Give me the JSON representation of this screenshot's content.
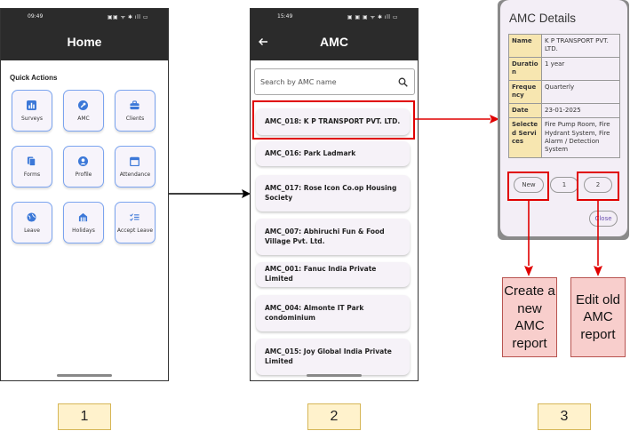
{
  "screen1": {
    "status_time": "09:49",
    "status_icons": "▣▣ ᯤ ✱ ıll ▭",
    "title": "Home",
    "quick_actions_label": "Quick Actions",
    "tiles": [
      {
        "label": "Surveys",
        "icon": "bar-chart-icon"
      },
      {
        "label": "AMC",
        "icon": "wrench-icon"
      },
      {
        "label": "Clients",
        "icon": "briefcase-icon"
      },
      {
        "label": "Forms",
        "icon": "document-icon"
      },
      {
        "label": "Profile",
        "icon": "person-icon"
      },
      {
        "label": "Attendance",
        "icon": "calendar-icon"
      },
      {
        "label": "Leave",
        "icon": "globe-icon"
      },
      {
        "label": "Holidays",
        "icon": "building-icon"
      },
      {
        "label": "Accept Leave",
        "icon": "checklist-icon"
      }
    ]
  },
  "screen2": {
    "status_time": "15:49",
    "status_icons": "▣ ▣ ▣ ᯤ ✱ ıll ▭",
    "title": "AMC",
    "search_placeholder": "Search by AMC name",
    "items": [
      "AMC_018: K P TRANSPORT PVT. LTD.",
      "AMC_016: Park Ladmark",
      "AMC_017: Rose Icon Co.op Housing Society",
      "AMC_007: Abhiruchi Fun & Food Village Pvt. Ltd.",
      "AMC_001: Fanuc India Private Limited",
      "AMC_004: Almonte IT Park condominium",
      "AMC_015: Joy Global India Private Limited"
    ]
  },
  "screen3": {
    "title": "AMC Details",
    "rows": [
      {
        "key": "Name",
        "value": "K P TRANSPORT PVT. LTD."
      },
      {
        "key": "Duration",
        "value": "1 year"
      },
      {
        "key": "Frequency",
        "value": "Quarterly"
      },
      {
        "key": "Date",
        "value": "23-01-2025"
      },
      {
        "key": "Selected Services",
        "value": "Fire Pump Room, Fire Hydrant System, Fire Alarm / Detection System"
      }
    ],
    "new_label": "New",
    "page1_label": "1",
    "page2_label": "2",
    "close_label": "Close"
  },
  "annotations": {
    "create_note": "Create a new AMC report",
    "edit_note": "Edit old AMC report",
    "step1": "1",
    "step2": "2",
    "step3": "3"
  },
  "colors": {
    "highlight_red": "#e00000",
    "tile_border": "#7ba4ef",
    "icon_blue": "#3c78d8",
    "appbar": "#2b2b2b",
    "note_fill": "#f8cecc",
    "step_fill": "#fff2cc"
  }
}
